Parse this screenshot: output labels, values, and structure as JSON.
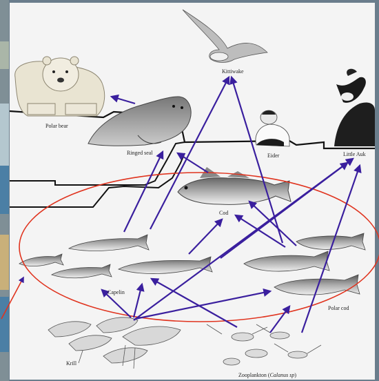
{
  "labels": {
    "polar_bear": "Polar bear",
    "ringed_seal": "Ringed seal",
    "kittiwake": "Kittiwake",
    "eider": "Eider",
    "little_auk": "Little Auk",
    "cod": "Cod",
    "capelin": "Capelin",
    "polar_cod": "Polar cod",
    "krill": "Krill",
    "zooplankton": "Zooplankton (",
    "zooplankton_species": "Calanus sp",
    "zooplankton_close": ")"
  },
  "colors": {
    "arrow": "#3a1f9e",
    "ellipse": "#e0331e",
    "background": "#f4f4f4",
    "frame": "#6a7d8c"
  }
}
